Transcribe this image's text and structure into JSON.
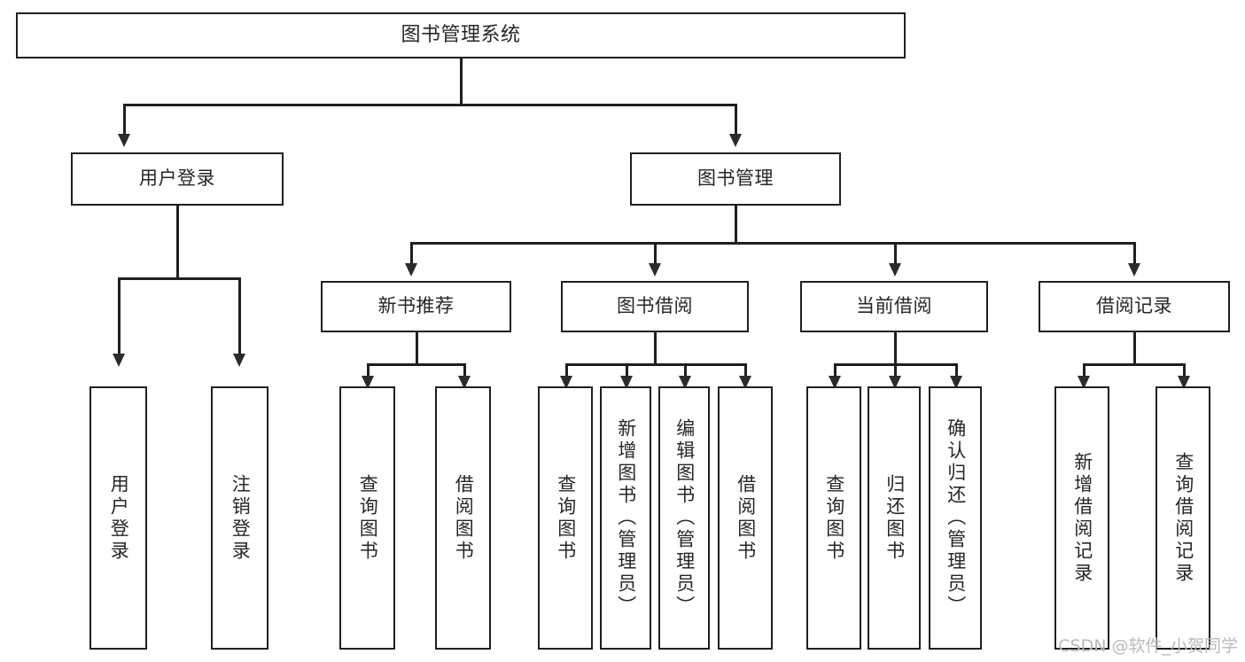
{
  "diagram": {
    "title": "图书管理系统",
    "type": "tree-hierarchy-chart",
    "watermark": "CSDN @软件_小贺同学",
    "colors": {
      "stroke": "#1f1f1f",
      "fill": "#ffffff",
      "text": "#262626",
      "watermark": "#b9b9b9"
    }
  },
  "nodes": {
    "root": {
      "label": "图书管理系统"
    },
    "level2": [
      {
        "id": "user-login",
        "label": "用户登录"
      },
      {
        "id": "book-manage",
        "label": "图书管理"
      }
    ],
    "level3": [
      {
        "id": "new-book-recommend",
        "label": "新书推荐"
      },
      {
        "id": "book-borrow",
        "label": "图书借阅"
      },
      {
        "id": "current-borrow",
        "label": "当前借阅"
      },
      {
        "id": "borrow-record",
        "label": "借阅记录"
      }
    ],
    "leaves": {
      "user_login": [
        {
          "id": "leaf-user-login",
          "label": "用户登录"
        },
        {
          "id": "leaf-logout-login",
          "label": "注销登录"
        }
      ],
      "new_book_recommend": [
        {
          "id": "leaf-query-book-1",
          "label": "查询图书"
        },
        {
          "id": "leaf-borrow-book-1",
          "label": "借阅图书"
        }
      ],
      "book_borrow": [
        {
          "id": "leaf-query-book-2",
          "label": "查询图书"
        },
        {
          "id": "leaf-add-book",
          "label": "新增图书（管理员）"
        },
        {
          "id": "leaf-edit-book",
          "label": "编辑图书（管理员）"
        },
        {
          "id": "leaf-borrow-book-2",
          "label": "借阅图书"
        }
      ],
      "current_borrow": [
        {
          "id": "leaf-query-book-3",
          "label": "查询图书"
        },
        {
          "id": "leaf-return-book",
          "label": "归还图书"
        },
        {
          "id": "leaf-confirm-return",
          "label": "确认归还（管理员）"
        }
      ],
      "borrow_record": [
        {
          "id": "leaf-add-record",
          "label": "新增借阅记录"
        },
        {
          "id": "leaf-query-record",
          "label": "查询借阅记录"
        }
      ]
    }
  }
}
